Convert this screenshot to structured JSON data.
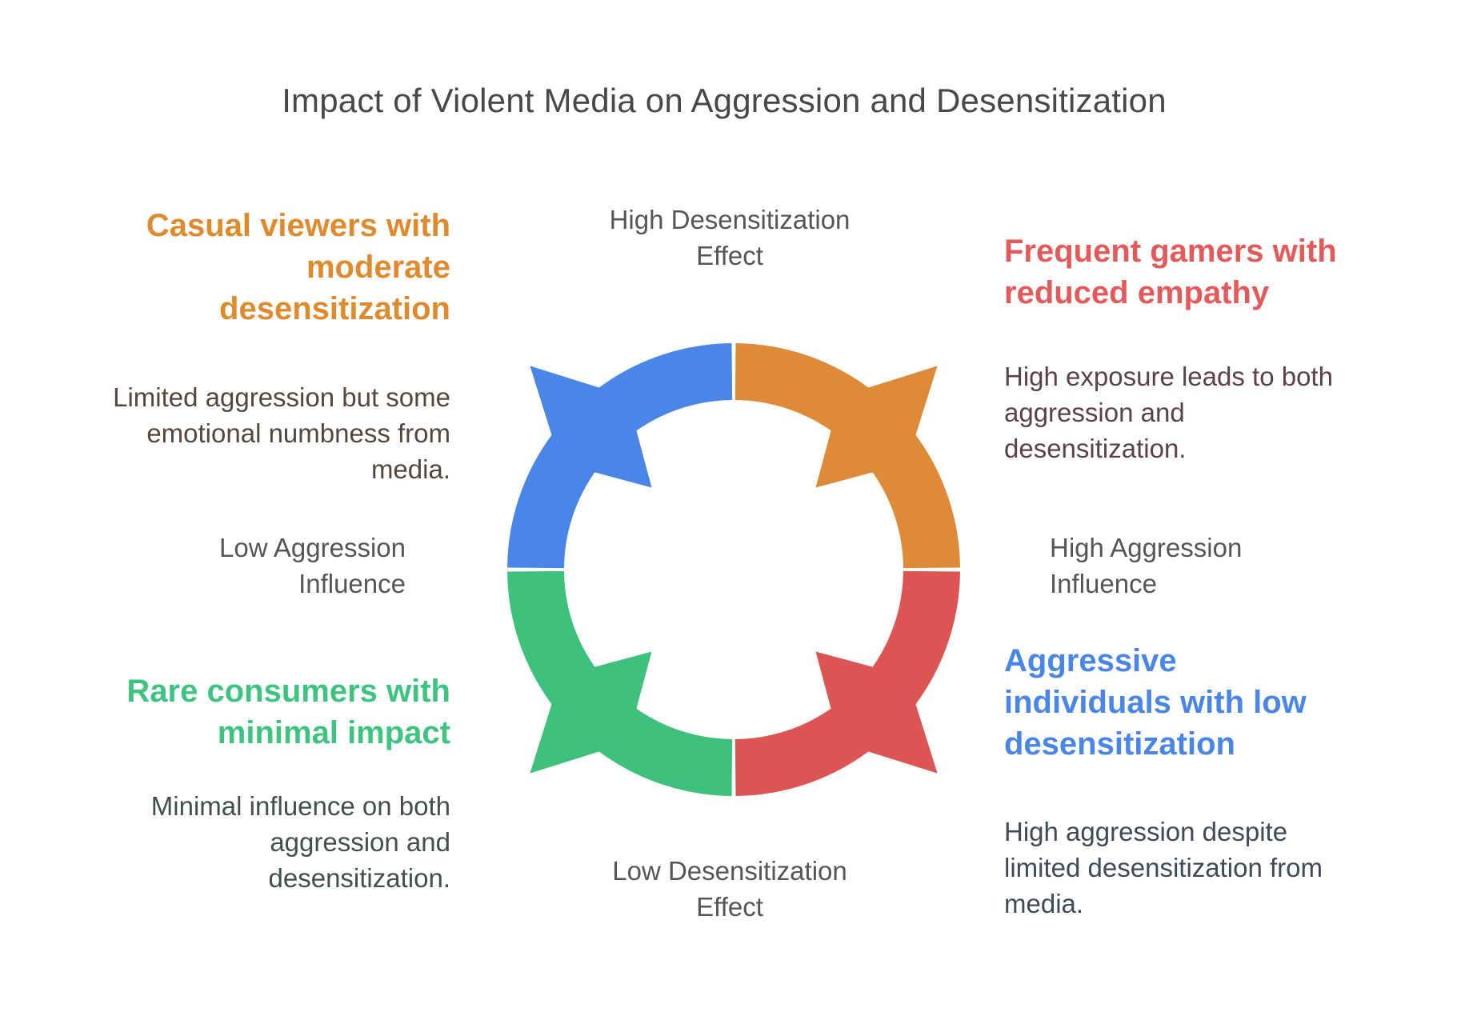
{
  "title": "Impact of Violent Media on Aggression and Desensitization",
  "cycle_labels": {
    "top": "High Desensitization\nEffect",
    "bottom": "Low Desensitization\nEffect",
    "left": "Low Aggression\nInfluence",
    "right": "High Aggression\nInfluence"
  },
  "sections": [
    {
      "id": "casual-viewers",
      "heading": "Casual viewers with\nmoderate\ndesensitization",
      "body": "Limited aggression but some\nemotional numbness from\nmedia.",
      "heading_color": "#E08A2E",
      "body_color": "#55473D"
    },
    {
      "id": "frequent-gamers",
      "heading": "Frequent gamers with\nreduced empathy",
      "body": "High exposure leads to both\naggression and\ndesensitization.",
      "heading_color": "#E45A5A",
      "body_color": "#5A4247"
    },
    {
      "id": "rare-consumers",
      "heading": "Rare consumers with\nminimal impact",
      "body": "Minimal influence on both\naggression and\ndesensitization.",
      "heading_color": "#3EC380",
      "body_color": "#41504A"
    },
    {
      "id": "aggressive-individuals",
      "heading": "Aggressive\nindividuals with low\ndesensitization",
      "body": "High aggression despite\nlimited desensitization from\nmedia.",
      "heading_color": "#4A86E8",
      "body_color": "#3F4B59"
    }
  ],
  "chart_data": {
    "type": "cycle",
    "title": "Impact of Violent Media on Aggression and Desensitization",
    "axes": {
      "top": "High Desensitization Effect",
      "bottom": "Low Desensitization Effect",
      "left": "Low Aggression Influence",
      "right": "High Aggression Influence"
    },
    "segments": [
      {
        "position": "top-left",
        "quadrant_angles": [
          90,
          180
        ],
        "color": "#4A86E8",
        "linked_section": "aggressive-individuals"
      },
      {
        "position": "top-right",
        "quadrant_angles": [
          0,
          90
        ],
        "color": "#DD8B39",
        "linked_section": "casual-viewers"
      },
      {
        "position": "bottom-right",
        "quadrant_angles": [
          270,
          360
        ],
        "color": "#DD5552",
        "linked_section": "frequent-gamers"
      },
      {
        "position": "bottom-left",
        "quadrant_angles": [
          180,
          270
        ],
        "color": "#3DC17D",
        "linked_section": "rare-consumers"
      }
    ]
  }
}
